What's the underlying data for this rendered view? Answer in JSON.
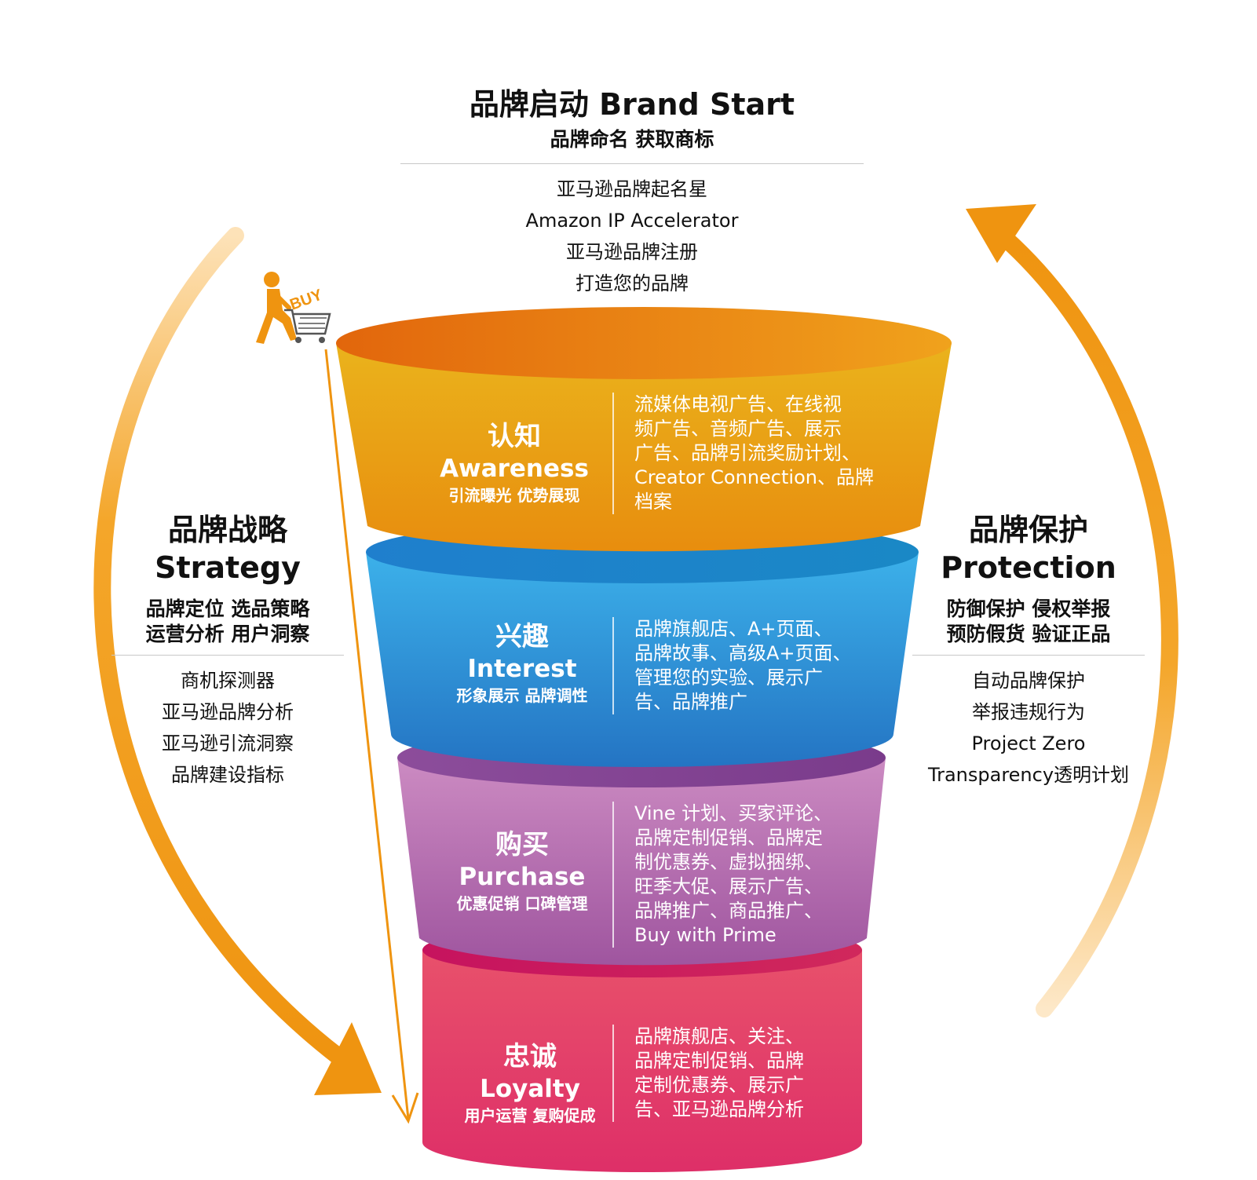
{
  "top": {
    "title": "品牌启动 Brand Start",
    "subtitle": "品牌命名 获取商标",
    "items": [
      "亚马逊品牌起名星",
      "Amazon IP Accelerator",
      "亚马逊品牌注册",
      "打造您的品牌"
    ]
  },
  "left": {
    "title_cn": "品牌战略",
    "title_en": "Strategy",
    "subtitle_1": "品牌定位 选品策略",
    "subtitle_2": "运营分析 用户洞察",
    "items": [
      "商机探测器",
      "亚马逊品牌分析",
      "亚马逊引流洞察",
      "品牌建设指标"
    ]
  },
  "right": {
    "title_cn": "品牌保护",
    "title_en": "Protection",
    "subtitle_1": "防御保护 侵权举报",
    "subtitle_2": "预防假货 验证正品",
    "items": [
      "自动品牌保护",
      "举报违规行为",
      "Project Zero",
      "Transparency透明计划"
    ]
  },
  "buy_icon": {
    "label": "BUY",
    "icon": "shopper-cart-icon"
  },
  "stages": [
    {
      "cn": "认知",
      "en": "Awareness",
      "tag": "引流曝光 优势展现",
      "desc": [
        "流媒体电视广告、在线视",
        "频广告、音频广告、展示",
        "广告、品牌引流奖励计划、",
        "Creator Connection、品牌",
        "档案"
      ]
    },
    {
      "cn": "兴趣",
      "en": "Interest",
      "tag": "形象展示 品牌调性",
      "desc": [
        "品牌旗舰店、A+页面、",
        "品牌故事、高级A+页面、",
        "管理您的实验、展示广",
        "告、品牌推广"
      ]
    },
    {
      "cn": "购买",
      "en": "Purchase",
      "tag": "优惠促销 口碑管理",
      "desc": [
        "Vine 计划、买家评论、",
        "品牌定制促销、品牌定",
        "制优惠券、虚拟捆绑、",
        "旺季大促、展示广告、",
        "品牌推广、商品推广、",
        "Buy with Prime"
      ]
    },
    {
      "cn": "忠诚",
      "en": "Loyalty",
      "tag": "用户运营 复购促成",
      "desc": [
        "品牌旗舰店、关注、",
        "品牌定制促销、品牌",
        "定制优惠券、展示广",
        "告、亚马逊品牌分析"
      ]
    }
  ],
  "colors": {
    "accent_orange": "#f09a14",
    "awareness": "#eca21b",
    "interest": "#2f95d6",
    "purchase": "#b66fb0",
    "loyalty": "#dc3f68"
  }
}
